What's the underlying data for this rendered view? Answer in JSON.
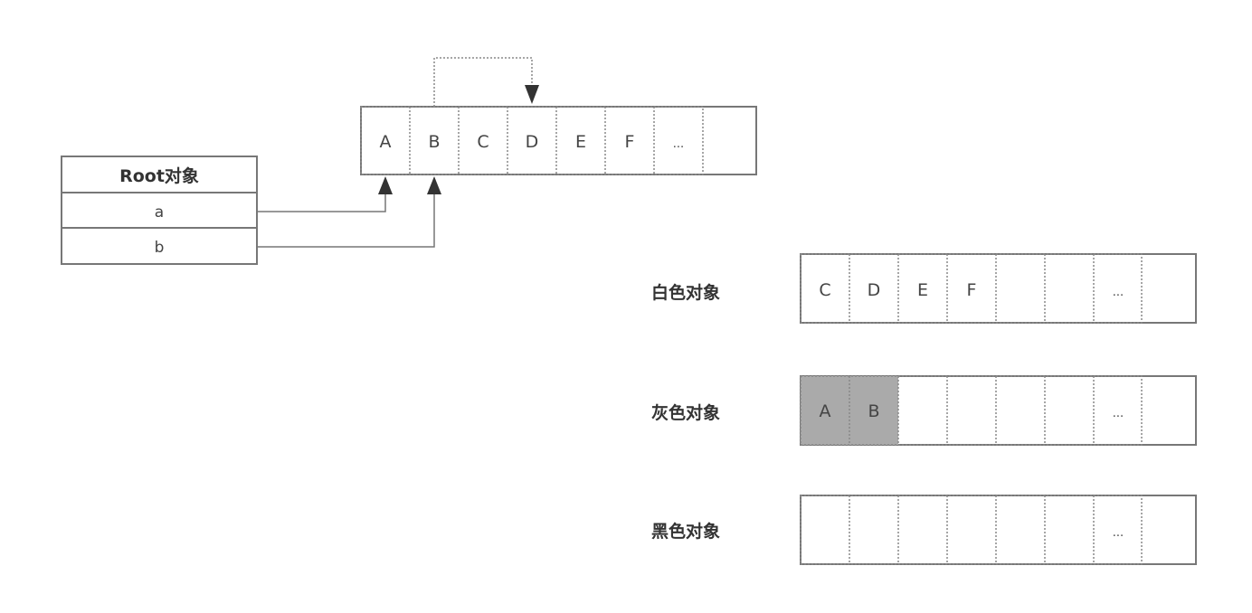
{
  "root": {
    "title": "Root对象",
    "fields": [
      "a",
      "b"
    ]
  },
  "heap": {
    "cells": [
      "A",
      "B",
      "C",
      "D",
      "E",
      "F",
      "..."
    ]
  },
  "white": {
    "label": "白色对象",
    "cells": [
      "C",
      "D",
      "E",
      "F",
      "",
      "",
      "..."
    ]
  },
  "gray": {
    "label": "灰色对象",
    "cells": [
      "A",
      "B",
      "",
      "",
      "",
      "",
      "..."
    ]
  },
  "black": {
    "label": "黑色对象",
    "cells": [
      "",
      "",
      "",
      "",
      "",
      "",
      "..."
    ]
  },
  "colors": {
    "line": "#777777",
    "gray_fill": "#aaaaaa"
  }
}
